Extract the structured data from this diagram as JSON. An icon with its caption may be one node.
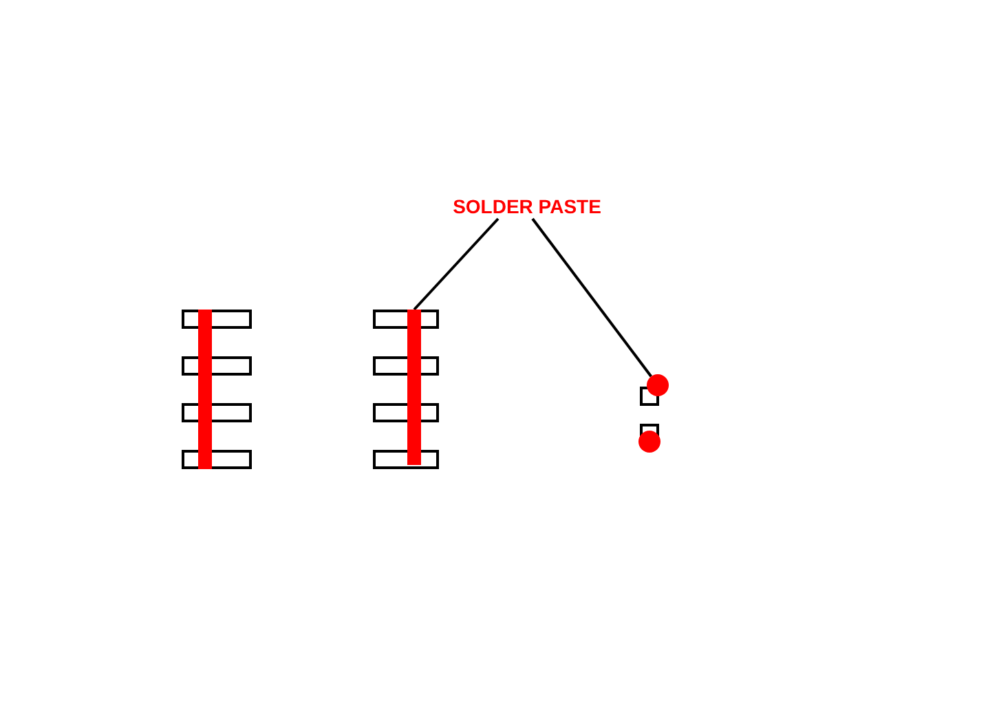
{
  "diagram": {
    "nodes": [
      {
        "text": [
          "SOLDER PASTE"
        ]
      },
      {
        "text": [],
        "shape": "bar"
      },
      {
        "text": [],
        "shape": "bar"
      },
      {
        "text": [],
        "shape": "circle"
      },
      {
        "text": [],
        "shape": "circle"
      }
    ],
    "edges": [
      {
        "from": 0,
        "to": 2,
        "arrow": "none"
      },
      {
        "from": 0,
        "to": 3,
        "arrow": "none"
      }
    ]
  }
}
